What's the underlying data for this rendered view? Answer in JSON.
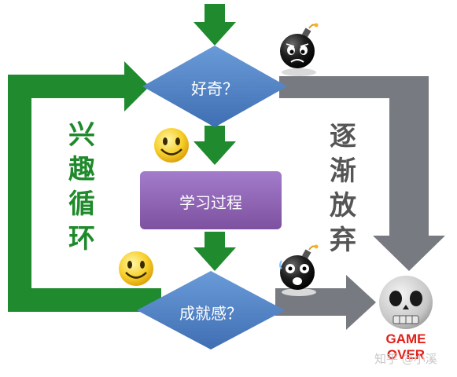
{
  "nodes": {
    "curious": "好奇？",
    "learning": "学习过程",
    "achievement": "成就感？"
  },
  "side_labels": {
    "interest_loop": [
      "兴",
      "趣",
      "循",
      "环"
    ],
    "gradual_quit": [
      "逐",
      "渐",
      "放",
      "弃"
    ]
  },
  "end": {
    "line1": "GAME",
    "line2": "OVER"
  },
  "watermark": "知乎 @小溪",
  "colors": {
    "green_arrow": "#1f8a2e",
    "gray_arrow": "#777a80",
    "diamond": "#4a7ec4",
    "process_box": "#8a5fb0",
    "green_text": "#1e8a2b",
    "gray_text": "#555555",
    "game_over_text": "#e0201a"
  },
  "icons": [
    "bomb-worried-icon",
    "smiley-icon",
    "smiley-icon",
    "bomb-shocked-icon",
    "skull-icon"
  ]
}
